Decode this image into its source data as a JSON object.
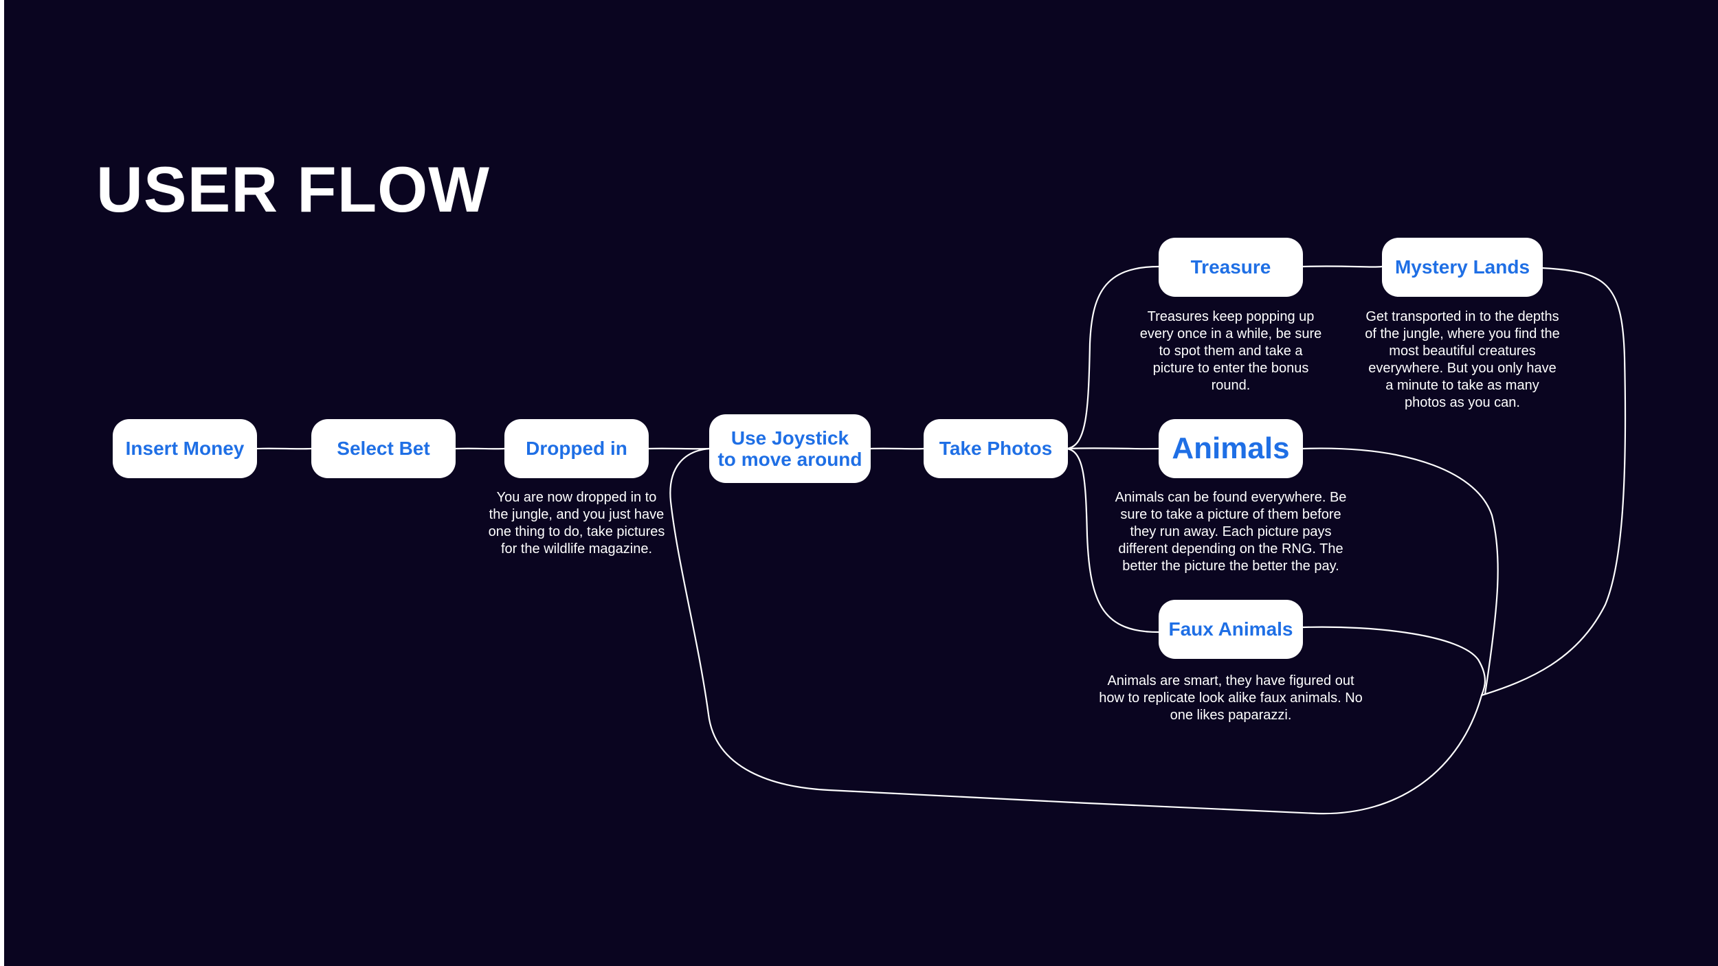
{
  "title": "USER FLOW",
  "colors": {
    "background": "#0a0520",
    "node_fill": "#ffffff",
    "node_text": "#1f6fe5",
    "connector": "#ffffff",
    "text": "#ffffff"
  },
  "nodes": {
    "insert_money": "Insert Money",
    "select_bet": "Select Bet",
    "dropped_in": "Dropped in",
    "use_joystick": "Use Joystick\nto move around",
    "take_photos": "Take Photos",
    "treasure": "Treasure",
    "mystery_lands": "Mystery Lands",
    "animals": "Animals",
    "faux_animals": "Faux Animals"
  },
  "descriptions": {
    "dropped_in": "You are now dropped in to the jungle, and you just have one thing to do, take pictures for the wildlife magazine.",
    "treasure": "Treasures keep popping up every once in a while, be sure to spot them and take a picture to enter the bonus round.",
    "mystery_lands": "Get transported in to the depths of the jungle, where you find the most beautiful creatures everywhere. But you only have a minute to take as many photos as you can.",
    "animals": "Animals can be found everywhere. Be sure to take a picture of them before they run away. Each picture pays different depending on the RNG. The better the picture the better the pay.",
    "faux_animals": "Animals are smart, they have figured out how to replicate look alike faux animals. No one likes paparazzi."
  }
}
